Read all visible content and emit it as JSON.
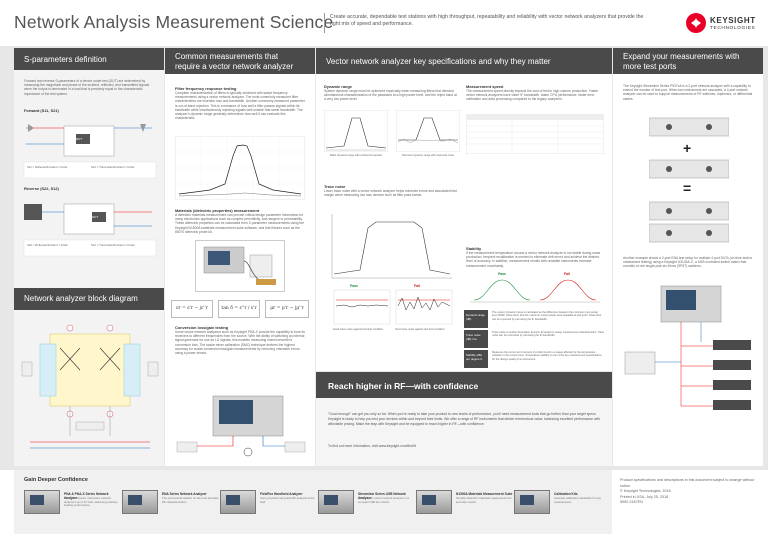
{
  "header": {
    "title": "Network Analysis Measurement Science",
    "subtitle": "Create accurate, dependable test stations with high throughput, repeatability and reliability with vector network analyzers that provide the right mix of speed and performance.",
    "logo_word": "KEYSIGHT",
    "logo_sub": "TECHNOLOGIES"
  },
  "sections": {
    "sparams": {
      "title": "S-parameters definition",
      "body": "Forward and reverse S-parameters of a device under test (DUT) are determined by measuring the magnitude and phase of the incident, reflected, and transmitted signals when the output is terminated in a load that is precisely equal to the characteristic impedance of the test system.",
      "forward_label": "Forward (S11, S21)",
      "reverse_label": "Reverse (S22, S12)",
      "eq1": "S11 = Reflected/Incident = b1/a1",
      "eq2": "S21 = Transmitted/Incident = b2/a1",
      "eq3": "S22 = Reflected/Incident = b2/a2",
      "eq4": "S12 = Transmitted/Incident = b1/a2",
      "dut": "DUT"
    },
    "block": {
      "title": "Network analyzer block diagram"
    },
    "common": {
      "title": "Common measurements that require a vector network analyzer",
      "filter_h": "Filter frequency response testing",
      "filter_p": "Complete characterization of filters is typically achieved with swept frequency measurements using a vector network analyzer. The most commonly measured filter characteristics are insertion loss and bandwidth. Another commonly measured parameter is out-of-band rejection. This is a measure of how well a filter passes signals within its bandwidth while simultaneously rejecting signals well outside that same bandwidth. The analyzer's dynamic range generally determines how well it can evaluate this characteristic.",
      "material_h": "Materials (dielectric properties) measurement",
      "material_p": "A dielectric materials measurement can provide critical design parameter information for many electronics applications such as complex permittivity, loss tangent or permeability. These dielectric properties can be calculated from S-parameter measurements using the Keysight N1500A materials measurement suite software, and test fixtures such as the 85070 dielectric probe kit.",
      "eq_a": "εr = ε'r − jε''r",
      "eq_b": "tan δ = ε''r / ε'r",
      "eq_c": "μr = μ'r − jμ''r",
      "conv_h": "Conversion loss/gain testing",
      "conv_p": "Some vector network analyzers such as Keysight PNA-X provide the capability to tune its receivers to different frequencies from the source. With the ability of switching an internal signal generator for use as LO signals, this enables measuring mixer/converter's conversion loss. The scalar mixer calibration (SMC) technique delivers the highest accuracy for scalar conversion loss/gain measurements by removing mismatch errors using a power sensor."
    },
    "specs": {
      "title": "Vector network analyzer key specifications and why they matter",
      "dyn_h": "Dynamic range",
      "dyn_p": "System dynamic range must be optimized especially when measuring filters that demand simultaneous characterization of the passband at a high power level, and the reject band at a very low power level.",
      "dyn_cap1": "Wider dynamic range with enhanced rejection",
      "dyn_cap2": "Narrower dynamic range with improved noise",
      "speed_h": "Measurement speed",
      "speed_p": "The measurement speed directly impacts the cost of test in high volume production. Faster vector network analyzers have wider IF bandwidth, faster CPU performance, faster error calibration and data processing compared to the legacy analyzers.",
      "trace_h": "Trace noise",
      "trace_p": "Lower trace noise with a vector network analyzer helps minimize errors and associated test margin when measuring low loss devices such as filter pass bands.",
      "trace_pass": "Pass",
      "trace_fail": "Fail",
      "trace_cap1": "Good trace noise against test limit condition",
      "trace_cap2": "Poor trace noise against test limit condition",
      "stab_h": "Stability",
      "stab_p": "If the measurement temperature around a vector network analyzer is not stable during mass production, frequent recalibration is needed to eliminate drift errors and achieve the desired level of accuracy. In addition, measurement results with unstable instruments increase measurement uncertainty.",
      "stab_pass": "Pass",
      "stab_fail": "Fail",
      "row1_k": "Dynamic range (dB)",
      "row1_v": "The system dynamic range is calculated as the difference between the minimum input power level (DNR: Noise floor) and the maximum output power level available at test ports. Noise floor can be improved by narrowing the IF bandwidth.",
      "row2_k": "Trace noise (dB) rms",
      "row2_v": "Trace noise is random fluctuation found in all analyzer sweep measurement characteristics. Trace noise can be minimized by narrowing the IF bandwidth.",
      "row3_k": "Stability (dB) per degree C",
      "row3_v": "Measures the current error amount of profile found in a sweep affected by the temperature variation in the environment. Temperature stability is one of the key measurement specifications for the design quality of an instrument."
    },
    "expand": {
      "title": "Expand your measurements with more test ports",
      "p1": "The Keysight Streamline Series P937xA is a 2-port network analyzer with a capability to extend the number of test port. When two instruments are cascaded, a 4-port network analyzer can be used to support measurements of RF switches, duplexers, or differential cables.",
      "plus": "+",
      "equals": "=",
      "p2": "Another example shows a 2-port ENA test setup for multiple 4-port DUTs (on-time and/or unbalanced testing) using a Keysight U3133A-C, a USB controlled switch matrix that consists of one single-pole six-throw (SP6T) switches."
    },
    "reach": {
      "title": "Reach higher in RF—with confidence",
      "body": "\"Good enough\" can get you only so far. When you're ready to take your product to new levels of performance, you'll need measurement tools that go further than your target specs. Keysight is ready to help you test your devices within and beyond their limits. We offer a range of RF instruments that deliver tremendous value, balancing excellent performance with affordable pricing. Make the leap with Keysight and be equipped to reach higher in RF—with confidence.",
      "link_line": "To find out more information, visit www.keysight.com/find/rf"
    }
  },
  "footer": {
    "title": "Gain Deeper Confidence",
    "products": [
      {
        "name": "PNA & PNA-X Series Network Analyzer",
        "desc": "High performance microwave network analyzers up to 67 GHz, delivering industry-leading performance."
      },
      {
        "name": "ENA Series Network Analyzer",
        "desc": "The economical solution for fast and accurate RF characterization."
      },
      {
        "name": "FieldFox Handheld Analyzer",
        "desc": "Carry precision lab-grade RF analysis to the field."
      },
      {
        "name": "Streamline Series USB Network Analyzer",
        "desc": "Full two-port vector network analyzer in a compact USB form factor."
      },
      {
        "name": "N1500A Materials Measurement Suite",
        "desc": "Simplify dielectric materials measurement for accurate results."
      },
      {
        "name": "Calibration Kits",
        "desc": "Accurate calibration standards for any measurement."
      }
    ],
    "legal": [
      "Product specifications and descriptions in this document subject to change without notice.",
      "© Keysight Technologies, 2018",
      "Printed in USA, July 25, 2018",
      "5992-3187EN"
    ]
  }
}
